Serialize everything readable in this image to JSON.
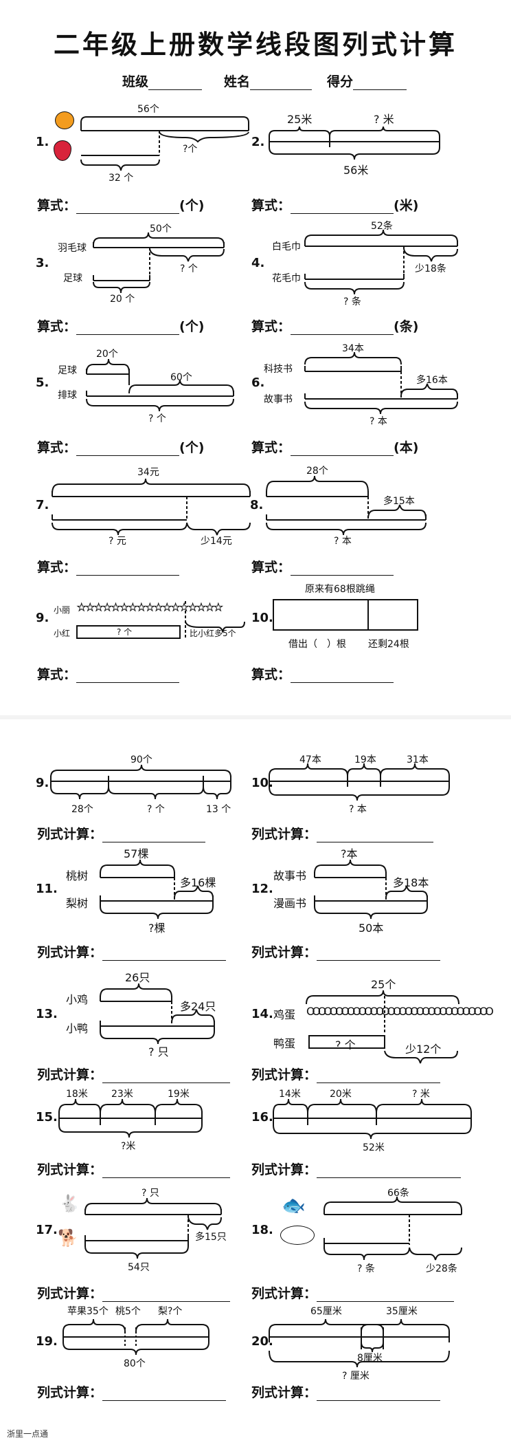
{
  "title": "二年级上册数学线段图列式计算",
  "header": {
    "class_label": "班级",
    "name_label": "姓名",
    "score_label": "得分"
  },
  "answer_label": "算式：",
  "answer_label2": "列式计算：",
  "p1": {
    "num": "1.",
    "top": "56个",
    "right": "?个",
    "bottom": "32 个",
    "unit": "(个)",
    "icons": [
      "orange-icon",
      "strawberry-icon"
    ]
  },
  "p2": {
    "num": "2.",
    "a": "25米",
    "b": "? 米",
    "bottom": "56米",
    "unit": "(米)"
  },
  "p3": {
    "num": "3.",
    "row1": "羽毛球",
    "row2": "足球",
    "top": "50个",
    "right": "? 个",
    "bottom": "20 个",
    "unit": "(个)"
  },
  "p4": {
    "num": "4.",
    "row1": "白毛巾",
    "row2": "花毛巾",
    "top": "52条",
    "right": "少18条",
    "bottom": "? 条",
    "unit": "(条)"
  },
  "p5": {
    "num": "5.",
    "row1": "足球",
    "row2": "排球",
    "top": "20个",
    "right": "60个",
    "bottom": "? 个",
    "unit": "(个)"
  },
  "p6": {
    "num": "6.",
    "row1": "科技书",
    "row2": "故事书",
    "top": "34本",
    "right": "多16本",
    "bottom": "? 本",
    "unit": "(本)"
  },
  "p7": {
    "num": "7.",
    "top": "34元",
    "left": "? 元",
    "right": "少14元"
  },
  "p8": {
    "num": "8.",
    "top": "28个",
    "right": "多15本",
    "bottom": "? 本"
  },
  "p9": {
    "num": "9.",
    "row1": "小丽",
    "row2": "小红",
    "box": "? 个",
    "right": "比小红多5个",
    "stars": "★★★★★★★★★★★★★★★★★"
  },
  "p10": {
    "num": "10.",
    "top": "原来有68根跳绳",
    "left": "借出（　）根",
    "right": "还剩24根"
  },
  "q9": {
    "num": "9.",
    "top": "90个",
    "b1": "28个",
    "b2": "? 个",
    "b3": "13 个"
  },
  "q10": {
    "num": "10.",
    "a": "47本",
    "b": "19本",
    "c": "31本",
    "bottom": "? 本"
  },
  "q11": {
    "num": "11.",
    "row1": "桃树",
    "row2": "梨树",
    "top": "57棵",
    "right": "多16棵",
    "bottom": "?棵"
  },
  "q12": {
    "num": "12.",
    "row1": "故事书",
    "row2": "漫画书",
    "top": "?本",
    "right": "多18本",
    "bottom": "50本"
  },
  "q13": {
    "num": "13.",
    "row1": "小鸡",
    "row2": "小鸭",
    "top": "26只",
    "right": "多24只",
    "bottom": "? 只"
  },
  "q14": {
    "num": "14.",
    "row1": "鸡蛋",
    "row2": "鸭蛋",
    "top": "25个",
    "box": "? 个",
    "right": "少12个"
  },
  "q15": {
    "num": "15.",
    "a": "18米",
    "b": "23米",
    "c": "19米",
    "bottom": "?米"
  },
  "q16": {
    "num": "16.",
    "a": "14米",
    "b": "20米",
    "c": "? 米",
    "bottom": "52米"
  },
  "q17": {
    "num": "17.",
    "top": "? 只",
    "right": "多15只",
    "bottom": "54只",
    "icons": [
      "rabbit-icon",
      "dog-icon"
    ]
  },
  "q18": {
    "num": "18.",
    "top": "66条",
    "left": "? 条",
    "right": "少28条",
    "icons": [
      "fish-icon",
      "flatfish-icon"
    ]
  },
  "q19": {
    "num": "19.",
    "a": "苹果35个",
    "b": "桃5个",
    "c": "梨?个",
    "bottom": "80个"
  },
  "q20": {
    "num": "20.",
    "a": "65厘米",
    "b": "35厘米",
    "mid": "8厘米",
    "bottom": "? 厘米"
  },
  "footer": "浙里一点通"
}
